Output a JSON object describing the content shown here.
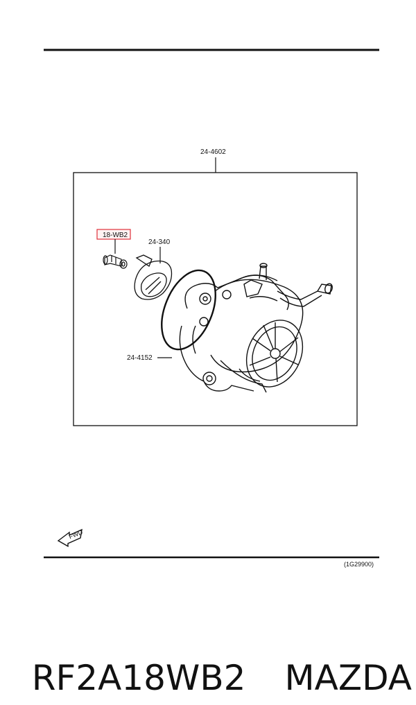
{
  "diagram": {
    "labels": {
      "assembly": "24-4602",
      "highlighted_part": "18-WB2",
      "gasket": "24-340",
      "oring": "24-4152",
      "fwd": "FWD",
      "figure_code": "(1G29900)"
    },
    "highlight_color": "#e0303a"
  },
  "caption": {
    "part_number": "RF2A18WB2",
    "brand": "MAZDA"
  }
}
